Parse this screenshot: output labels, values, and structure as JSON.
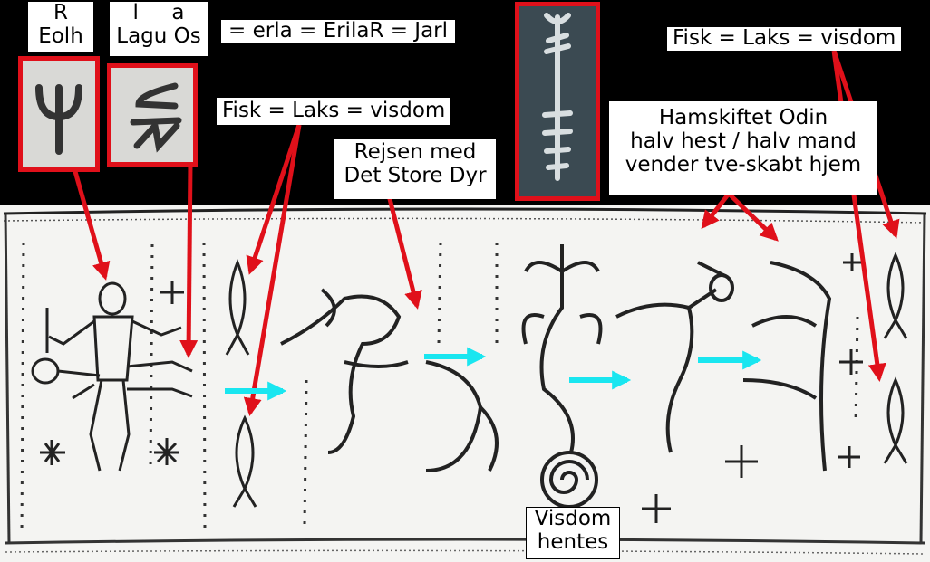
{
  "labels": {
    "rune_r": {
      "letter": "R",
      "name": "Eolh"
    },
    "rune_la": {
      "letters": "l     a",
      "names": "Lagu Os"
    },
    "equation": "= erla = ErilaR = Jarl",
    "fish_top_right": "Fisk = Laks = visdom",
    "fish_mid": "Fisk = Laks = visdom",
    "journey": [
      "Rejsen med",
      "Det Store Dyr"
    ],
    "odin": [
      "Hamskiftet Odin",
      "halv hest / halv mand",
      "vender tve-skabt hjem"
    ],
    "wisdom": [
      "Visdom",
      "hentes"
    ]
  },
  "colors": {
    "arrow_red": "#e0101a",
    "arrow_cyan": "#19e6f0",
    "panel_bg": "#f4f4f2",
    "ink": "#222222"
  }
}
